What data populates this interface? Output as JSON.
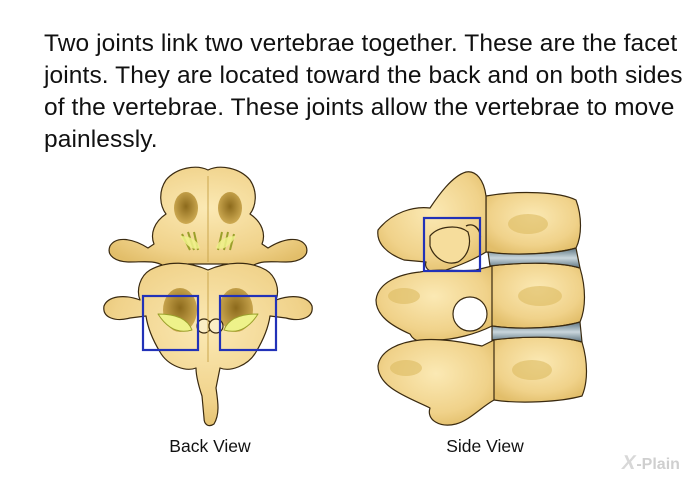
{
  "headline": "Two joints link two vertebrae together. These are the facet joints. They are located toward the back and on both sides of the vertebrae. These joints allow the vertebrae to move painlessly.",
  "figures": [
    {
      "caption": "Back View"
    },
    {
      "caption": "Side View"
    }
  ],
  "brand": {
    "mark": "X",
    "text": "-Plain"
  },
  "colors": {
    "bone": "#f2d795",
    "bone_shade": "#dcba60",
    "bone_dark": "#b08a2c",
    "outline": "#3a2a10",
    "cartilage": "#eef28a",
    "disc": "#7f9aa6",
    "highlight_box": "#2232b8"
  }
}
